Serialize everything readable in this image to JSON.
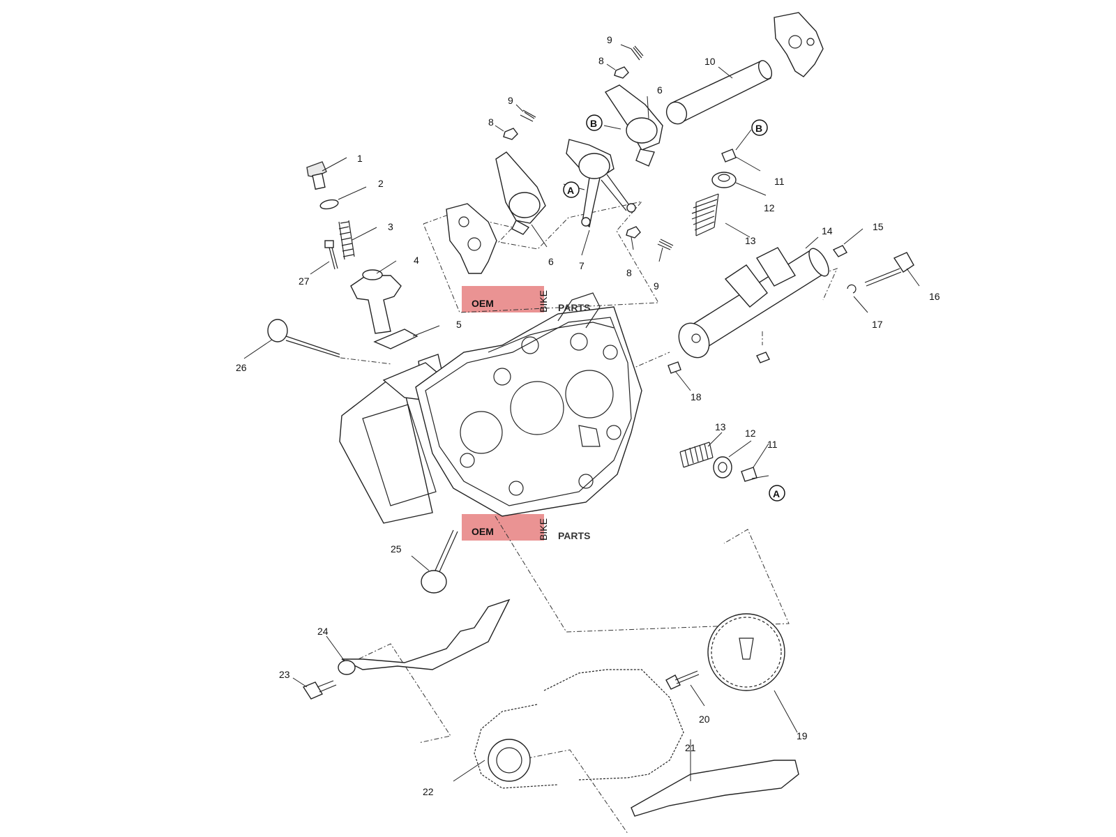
{
  "callouts": [
    {
      "id": "1",
      "label": "1"
    },
    {
      "id": "2",
      "label": "2"
    },
    {
      "id": "3",
      "label": "3"
    },
    {
      "id": "4",
      "label": "4"
    },
    {
      "id": "5",
      "label": "5"
    },
    {
      "id": "6a",
      "label": "6"
    },
    {
      "id": "6b",
      "label": "6"
    },
    {
      "id": "7",
      "label": "7"
    },
    {
      "id": "8a",
      "label": "8"
    },
    {
      "id": "8b",
      "label": "8"
    },
    {
      "id": "8c",
      "label": "8"
    },
    {
      "id": "9a",
      "label": "9"
    },
    {
      "id": "9b",
      "label": "9"
    },
    {
      "id": "9c",
      "label": "9"
    },
    {
      "id": "10",
      "label": "10"
    },
    {
      "id": "11a",
      "label": "11"
    },
    {
      "id": "11b",
      "label": "11"
    },
    {
      "id": "12a",
      "label": "12"
    },
    {
      "id": "12b",
      "label": "12"
    },
    {
      "id": "13a",
      "label": "13"
    },
    {
      "id": "13b",
      "label": "13"
    },
    {
      "id": "14",
      "label": "14"
    },
    {
      "id": "15",
      "label": "15"
    },
    {
      "id": "16",
      "label": "16"
    },
    {
      "id": "17",
      "label": "17"
    },
    {
      "id": "18",
      "label": "18"
    },
    {
      "id": "19",
      "label": "19"
    },
    {
      "id": "20",
      "label": "20"
    },
    {
      "id": "21",
      "label": "21"
    },
    {
      "id": "22",
      "label": "22"
    },
    {
      "id": "23",
      "label": "23"
    },
    {
      "id": "24",
      "label": "24"
    },
    {
      "id": "25",
      "label": "25"
    },
    {
      "id": "26",
      "label": "26"
    },
    {
      "id": "27",
      "label": "27"
    }
  ],
  "reference_markers": {
    "a": "A",
    "b": "B"
  },
  "watermark": {
    "oem": "OEM",
    "bike": "BIKE",
    "parts": "PARTS"
  },
  "colors": {
    "watermark_red": "#e26a6a",
    "watermark_grey": "#c8c8c8",
    "line": "#222222"
  }
}
